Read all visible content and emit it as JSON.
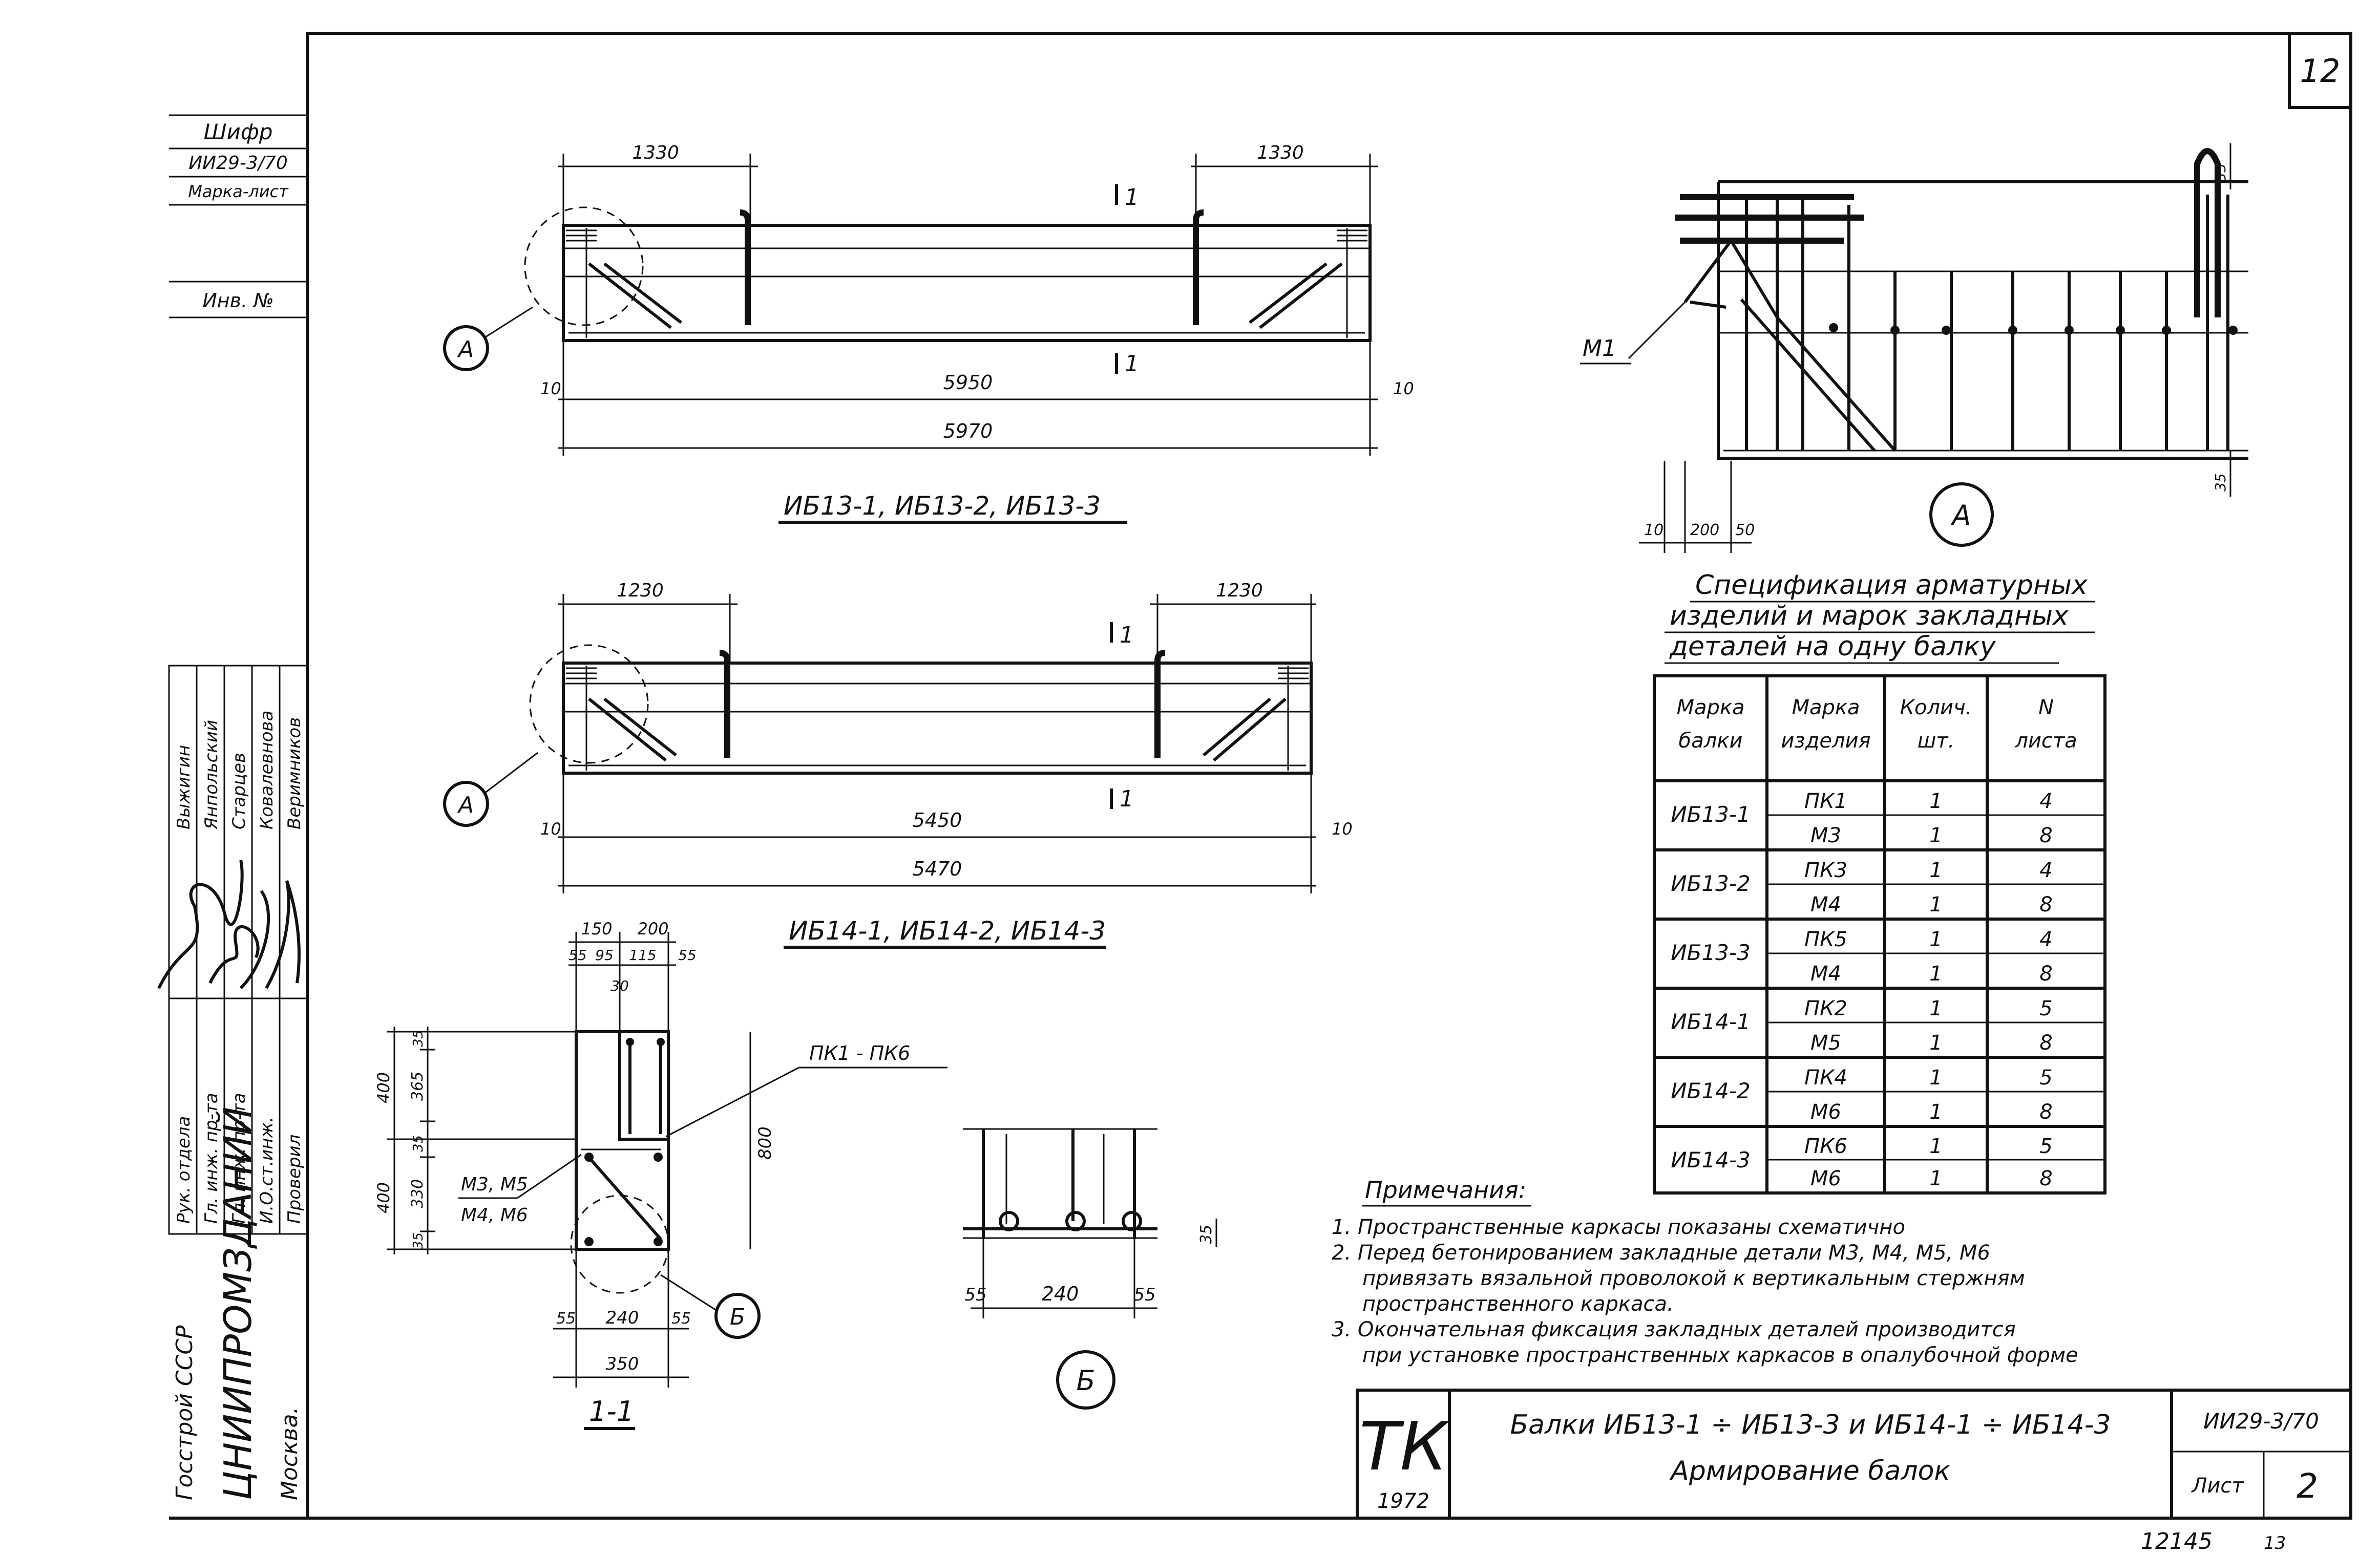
{
  "sheet_number": "12",
  "side_stamp": {
    "shifr_label": "Шифр",
    "shifr_value": "ИИ29-3/70",
    "marka_list_label": "Марка-лист",
    "inv_label": "Инв. №"
  },
  "signatures": {
    "roles": [
      "Рук. отдела",
      "Гл. инж. пр-та",
      "Гл. инж. пр-та",
      "И.О.ст.инж.",
      "Проверил"
    ],
    "names": [
      "Выжигин",
      "Янпольский",
      "Старцев",
      "Ковалевнова",
      "Веримников"
    ]
  },
  "organization": {
    "line1": "Госстрой СССР",
    "line2": "ЦНИИПРОМЗДАНИЙ",
    "line3": "Москва."
  },
  "beam1": {
    "title": "ИБ13-1, ИБ13-2, ИБ13-3",
    "dim_left": "1330",
    "dim_right": "1330",
    "dim_inner": "5950",
    "dim_total": "5970",
    "dim_end_left": "10",
    "dim_end_right": "10",
    "section_mark": "1",
    "callout": "А"
  },
  "beam2": {
    "title": "ИБ14-1, ИБ14-2, ИБ14-3",
    "dim_left": "1230",
    "dim_right": "1230",
    "dim_inner": "5450",
    "dim_total": "5470",
    "dim_end_left": "10",
    "dim_end_right": "10",
    "section_mark": "1",
    "callout": "А"
  },
  "section_1_1": {
    "title": "1-1",
    "top_dims": [
      "150",
      "200"
    ],
    "sub_dims": [
      "55",
      "95",
      "115",
      "55"
    ],
    "dim_30": "30",
    "left_outer": [
      "400",
      "400"
    ],
    "left_inner": [
      "35",
      "365",
      "35",
      "330",
      "35"
    ],
    "height": "800",
    "bottom_dims": [
      "55",
      "240",
      "55"
    ],
    "bottom_total": "350",
    "cage_label": "ПК1 - ПК6",
    "embed_label_top": "М3, М5",
    "embed_label_bottom": "М4, М6",
    "callout": "Б"
  },
  "detail_B": {
    "label": "Б",
    "dims": [
      "55",
      "240",
      "55"
    ],
    "dim_35": "35"
  },
  "detail_A": {
    "label": "А",
    "m1_label": "М1",
    "dims_bottom": [
      "10",
      "200",
      "50"
    ],
    "dim_35_top": "35",
    "dim_35_bottom": "35"
  },
  "spec_table": {
    "title_lines": [
      "Спецификация арматурных",
      "изделий и марок закладных",
      "деталей на одну балку"
    ],
    "headers": [
      [
        "Марка",
        "балки"
      ],
      [
        "Марка",
        "изделия"
      ],
      [
        "Колич.",
        "шт."
      ],
      [
        "N",
        "листа"
      ]
    ],
    "groups": [
      {
        "beam": "ИБ13-1",
        "rows": [
          [
            "ПК1",
            "1",
            "4"
          ],
          [
            "М3",
            "1",
            "8"
          ]
        ]
      },
      {
        "beam": "ИБ13-2",
        "rows": [
          [
            "ПК3",
            "1",
            "4"
          ],
          [
            "М4",
            "1",
            "8"
          ]
        ]
      },
      {
        "beam": "ИБ13-3",
        "rows": [
          [
            "ПК5",
            "1",
            "4"
          ],
          [
            "М4",
            "1",
            "8"
          ]
        ]
      },
      {
        "beam": "ИБ14-1",
        "rows": [
          [
            "ПК2",
            "1",
            "5"
          ],
          [
            "М5",
            "1",
            "8"
          ]
        ]
      },
      {
        "beam": "ИБ14-2",
        "rows": [
          [
            "ПК4",
            "1",
            "5"
          ],
          [
            "М6",
            "1",
            "8"
          ]
        ]
      },
      {
        "beam": "ИБ14-3",
        "rows": [
          [
            "ПК6",
            "1",
            "5"
          ],
          [
            "М6",
            "1",
            "8"
          ]
        ]
      }
    ]
  },
  "notes": {
    "title": "Примечания:",
    "lines": [
      "1. Пространственные каркасы показаны схематично",
      "2. Перед бетонированием закладные детали М3, М4, М5, М6",
      "привязать вязальной проволокой к вертикальным стержням",
      "пространственного каркаса.",
      "3. Окончательная фиксация закладных деталей производится",
      "при установке пространственных каркасов в опалубочной форме"
    ]
  },
  "title_block": {
    "tk": "ТК",
    "year": "1972",
    "title_line1": "Балки ИБ13-1 ÷ ИБ13-3 и ИБ14-1 ÷ ИБ14-3",
    "title_line2": "Армирование балок",
    "code": "ИИ29-3/70",
    "list_label": "Лист",
    "list_number": "2"
  },
  "footer": {
    "inv": "12145",
    "page": "13"
  }
}
